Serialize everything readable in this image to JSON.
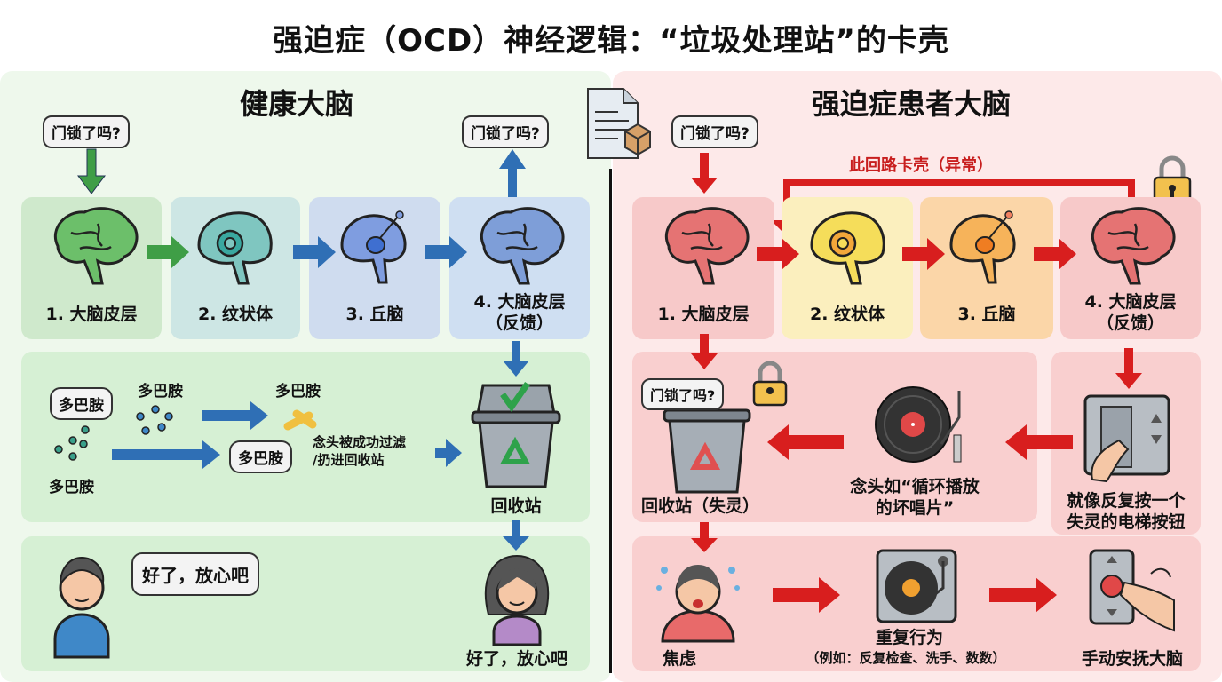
{
  "title": "强迫症（OCD）神经逻辑：“垃圾处理站”的卡壳",
  "healthy": {
    "title": "健康大脑",
    "question": "门锁了吗?",
    "question2": "门锁了吗?",
    "steps": [
      "1. 大脑皮层",
      "2. 纹状体",
      "3. 丘脑",
      "4. 大脑皮层",
      "（反馈）"
    ],
    "dopamine": [
      "多巴胺",
      "多巴胺",
      "多巴胺",
      "多巴胺",
      "多巴胺"
    ],
    "filtered": "念头被成功过滤",
    "filtered2": "/扔进回收站",
    "bin": "回收站",
    "speech": "好了，放心吧",
    "speech2": "好了，放心吧"
  },
  "ocd": {
    "title": "强迫症患者大脑",
    "question": "门锁了吗?",
    "loop": "此回路卡壳（异常）",
    "steps": [
      "1. 大脑皮层",
      "2. 纹状体",
      "3. 丘脑",
      "4. 大脑皮层",
      "（反馈）"
    ],
    "bin_question": "门锁了吗?",
    "bin": "回收站（失灵）",
    "record": "念头如“循环播放",
    "record2": "的坏唱片”",
    "elevator": "就像反复按一个",
    "elevator2": "失灵的电梯按钮",
    "anxiety": "焦虑",
    "repeat": "重复行为",
    "repeat2": "（例如：反复检查、洗手、数数）",
    "soothe": "手动安抚大脑"
  },
  "colors": {
    "green": "#3f9e46",
    "blue": "#2f6fb5",
    "red": "#d81e1e"
  }
}
